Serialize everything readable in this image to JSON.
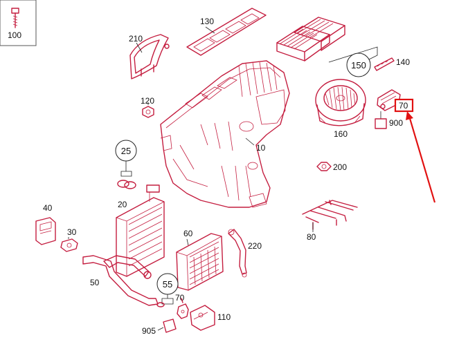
{
  "callouts": {
    "p100": "100",
    "p210": "210",
    "p130": "130",
    "p120": "120",
    "p150": "150",
    "p140": "140",
    "p70_highlight": "70",
    "p900": "900",
    "p160": "160",
    "p10": "10",
    "p25": "25",
    "p200": "200",
    "p20": "20",
    "p40": "40",
    "p30": "30",
    "p60": "60",
    "p220": "220",
    "p80": "80",
    "p50": "50",
    "p55": "55",
    "p70_lower": "70",
    "p110": "110",
    "p905": "905"
  },
  "colors": {
    "part_line": "#c41d3f",
    "highlight": "#e11111",
    "text": "#111111"
  }
}
